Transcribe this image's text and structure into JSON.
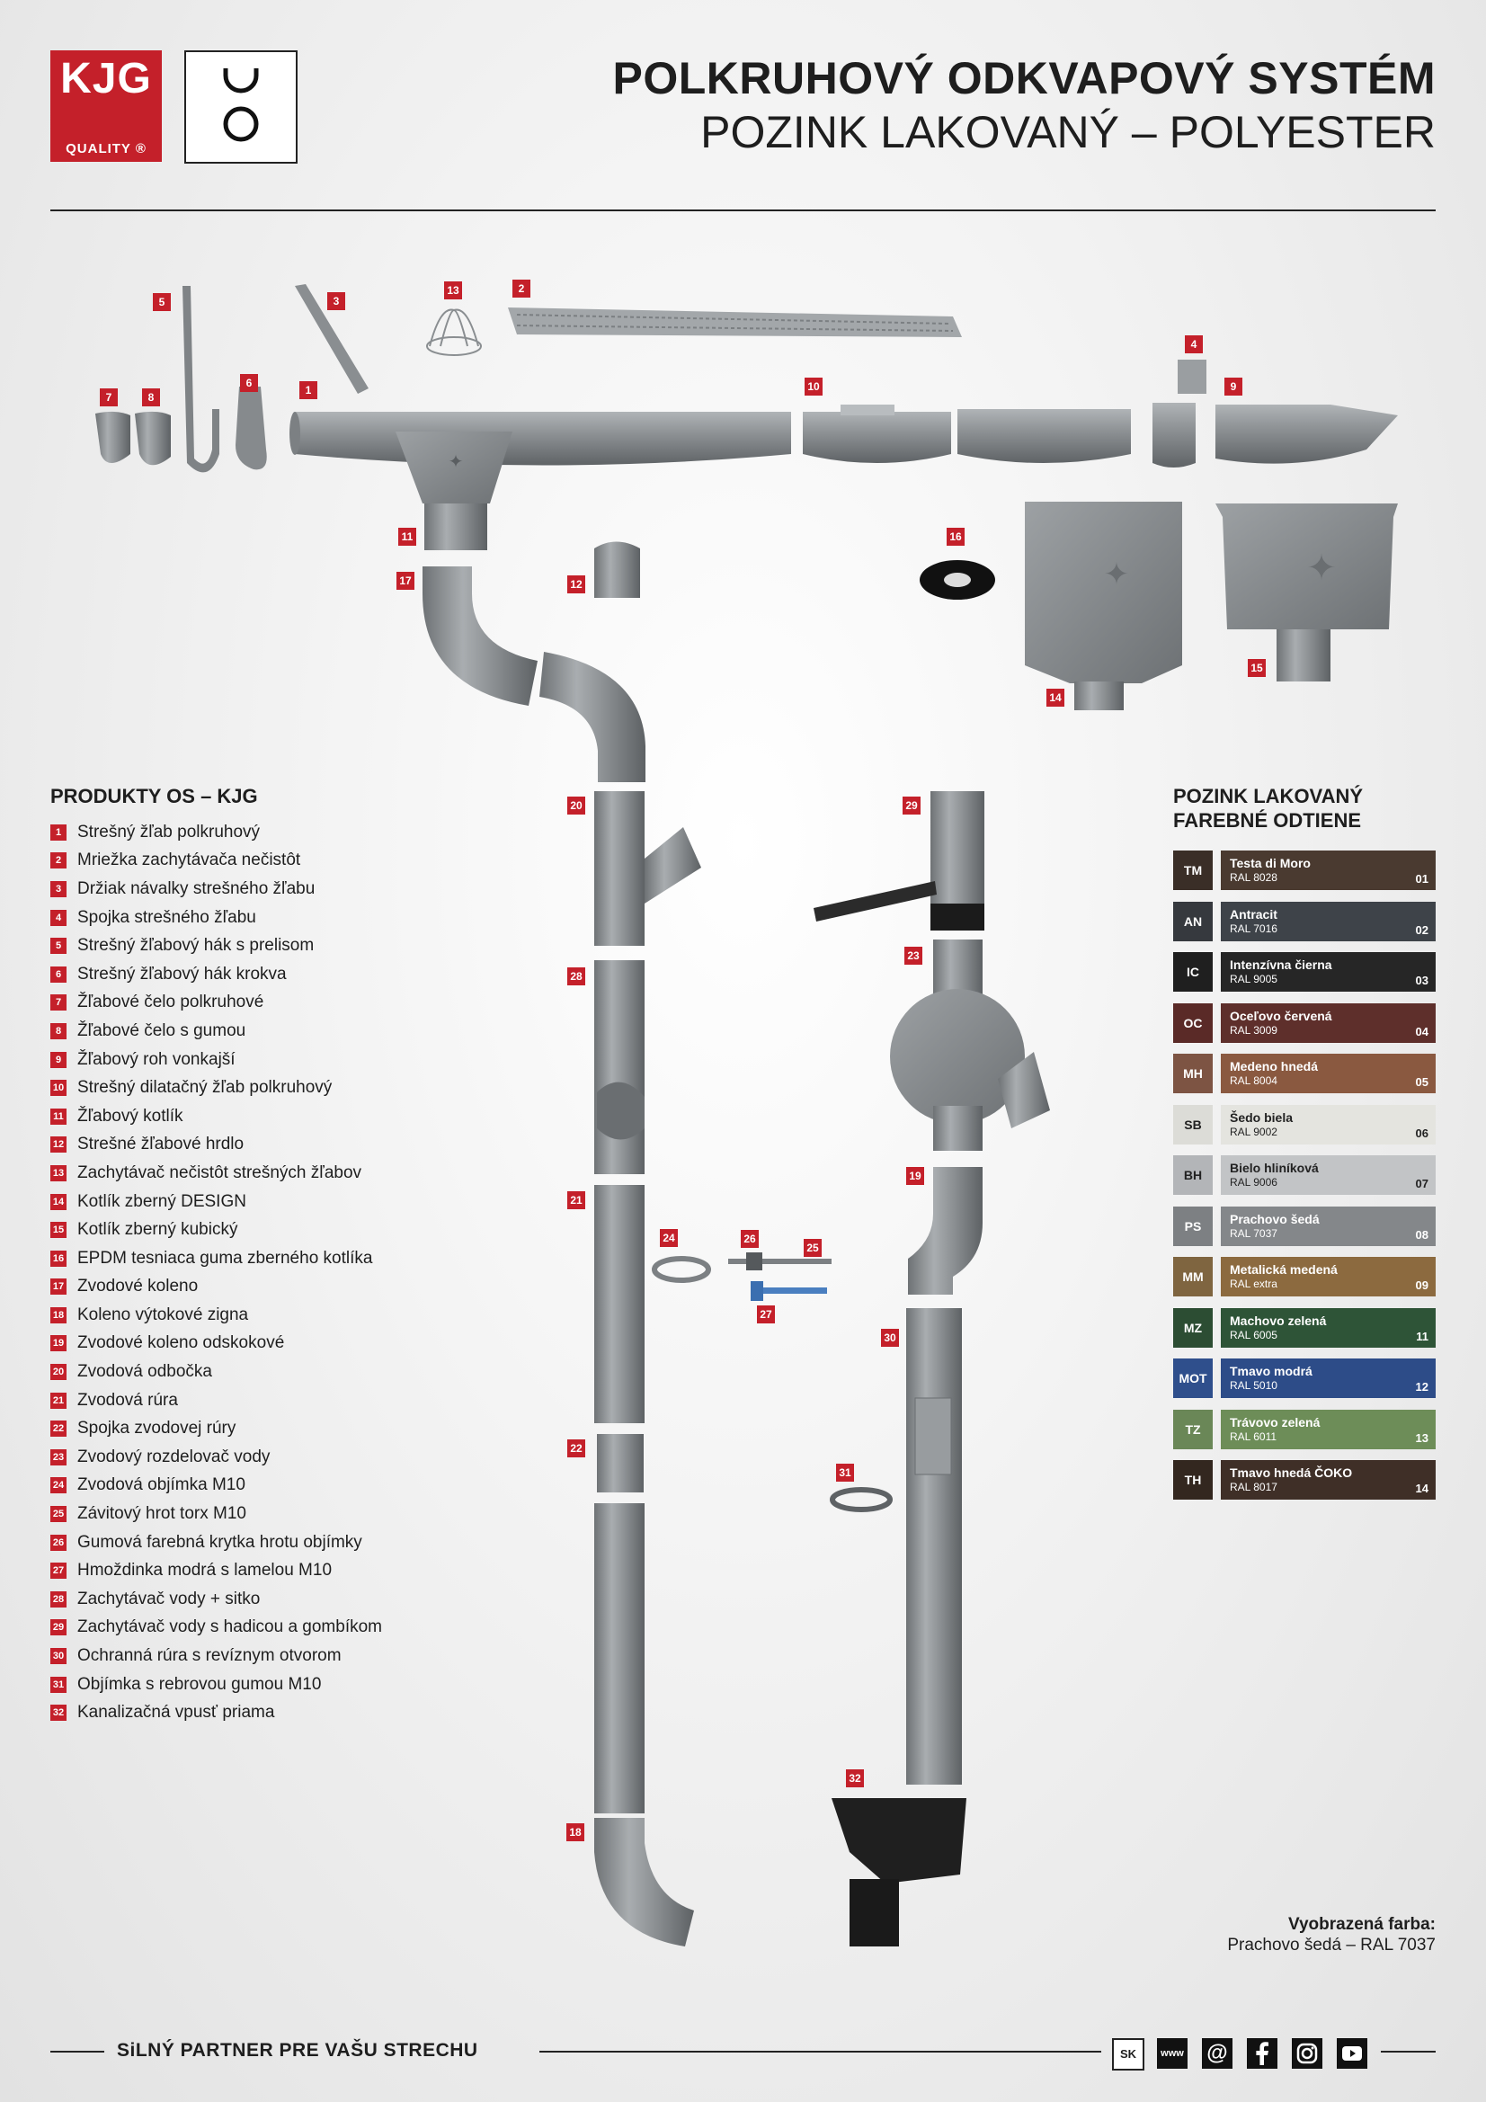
{
  "header": {
    "logo_text": "KJG",
    "logo_sub": "QUALITY ®",
    "title_line1": "POLKRUHOVÝ ODKVAPOVÝ SYSTÉM",
    "title_line2": "POZINK LAKOVANÝ – POLYESTER"
  },
  "products": {
    "title": "PRODUKTY OS – KJG",
    "items": [
      {
        "num": "1",
        "label": "Strešný žľab polkruhový"
      },
      {
        "num": "2",
        "label": "Mriežka zachytávača nečistôt"
      },
      {
        "num": "3",
        "label": "Držiak návalky strešného žľabu"
      },
      {
        "num": "4",
        "label": "Spojka strešného žľabu"
      },
      {
        "num": "5",
        "label": "Strešný žľabový hák s prelisom"
      },
      {
        "num": "6",
        "label": "Strešný žľabový hák krokva"
      },
      {
        "num": "7",
        "label": "Žľabové čelo polkruhové"
      },
      {
        "num": "8",
        "label": "Žľabové čelo s gumou"
      },
      {
        "num": "9",
        "label": "Žľabový roh vonkajší"
      },
      {
        "num": "10",
        "label": "Strešný dilatačný žľab polkruhový"
      },
      {
        "num": "11",
        "label": "Žľabový kotlík"
      },
      {
        "num": "12",
        "label": "Strešné žľabové hrdlo"
      },
      {
        "num": "13",
        "label": "Zachytávač nečistôt strešných žľabov"
      },
      {
        "num": "14",
        "label": "Kotlík zberný DESIGN"
      },
      {
        "num": "15",
        "label": "Kotlík zberný kubický"
      },
      {
        "num": "16",
        "label": "EPDM tesniaca guma zberného kotlíka"
      },
      {
        "num": "17",
        "label": "Zvodové koleno"
      },
      {
        "num": "18",
        "label": "Koleno výtokové zigna"
      },
      {
        "num": "19",
        "label": "Zvodové koleno odskokové"
      },
      {
        "num": "20",
        "label": "Zvodová odbočka"
      },
      {
        "num": "21",
        "label": "Zvodová rúra"
      },
      {
        "num": "22",
        "label": "Spojka zvodovej rúry"
      },
      {
        "num": "23",
        "label": "Zvodový rozdelovač vody"
      },
      {
        "num": "24",
        "label": "Zvodová objímka M10"
      },
      {
        "num": "25",
        "label": "Závitový hrot torx M10"
      },
      {
        "num": "26",
        "label": "Gumová farebná krytka hrotu objímky"
      },
      {
        "num": "27",
        "label": "Hmoždinka modrá s lamelou M10"
      },
      {
        "num": "28",
        "label": "Zachytávač vody + sitko"
      },
      {
        "num": "29",
        "label": "Zachytávač vody s hadicou a gombíkom"
      },
      {
        "num": "30",
        "label": "Ochranná rúra s revíznym otvorom"
      },
      {
        "num": "31",
        "label": "Objímka s rebrovou gumou M10"
      },
      {
        "num": "32",
        "label": "Kanalizačná vpusť priama"
      }
    ]
  },
  "colors": {
    "title_line1": "POZINK LAKOVANÝ",
    "title_line2": "FAREBNÉ ODTIENE",
    "items": [
      {
        "code": "TM",
        "name": "Testa di Moro",
        "ral": "RAL 8028",
        "num": "01",
        "hex": "#4a3a30",
        "code_hex": "#3a2e27",
        "light": false
      },
      {
        "code": "AN",
        "name": "Antracit",
        "ral": "RAL 7016",
        "num": "02",
        "hex": "#3e4349",
        "code_hex": "#36393e",
        "light": false
      },
      {
        "code": "IC",
        "name": "Intenzívna čierna",
        "ral": "RAL 9005",
        "num": "03",
        "hex": "#262626",
        "code_hex": "#1f1f1f",
        "light": false
      },
      {
        "code": "OC",
        "name": "Oceľovo červená",
        "ral": "RAL 3009",
        "num": "04",
        "hex": "#5e2f2b",
        "code_hex": "#5a2a27",
        "light": false
      },
      {
        "code": "MH",
        "name": "Medeno hnedá",
        "ral": "RAL 8004",
        "num": "05",
        "hex": "#8a5940",
        "code_hex": "#7d5443",
        "light": false
      },
      {
        "code": "SB",
        "name": "Šedo biela",
        "ral": "RAL 9002",
        "num": "06",
        "hex": "#e4e4df",
        "code_hex": "#dcdcd7",
        "light": true
      },
      {
        "code": "BH",
        "name": "Bielo hliníková",
        "ral": "RAL 9006",
        "num": "07",
        "hex": "#c2c4c6",
        "code_hex": "#b3b5b8",
        "light": true
      },
      {
        "code": "PS",
        "name": "Prachovo šedá",
        "ral": "RAL 7037",
        "num": "08",
        "hex": "#84878a",
        "code_hex": "#7d8083",
        "light": false
      },
      {
        "code": "MM",
        "name": "Metalická medená",
        "ral": "RAL extra",
        "num": "09",
        "hex": "#8c6a3f",
        "code_hex": "#7f6540",
        "light": false
      },
      {
        "code": "MZ",
        "name": "Machovo zelená",
        "ral": "RAL 6005",
        "num": "11",
        "hex": "#2e5437",
        "code_hex": "#2c4d33",
        "light": false
      },
      {
        "code": "MOT",
        "name": "Tmavo modrá",
        "ral": "RAL 5010",
        "num": "12",
        "hex": "#2d4c88",
        "code_hex": "#2f4f8c",
        "light": false
      },
      {
        "code": "TZ",
        "name": "Trávovo zelená",
        "ral": "RAL 6011",
        "num": "13",
        "hex": "#6d8d58",
        "code_hex": "#6a8757",
        "light": false
      },
      {
        "code": "TH",
        "name": "Tmavo hnedá ČOKO",
        "ral": "RAL 8017",
        "num": "14",
        "hex": "#3f2f27",
        "code_hex": "#33271f",
        "light": false
      }
    ]
  },
  "shown_color": {
    "label": "Vyobrazená farba:",
    "value": "Prachovo šedá – RAL 7037"
  },
  "footer": {
    "tagline": "SiLNÝ PARTNER PRE VAŠU STRECHU",
    "lang": "SK",
    "www": "www",
    "email_icon": "@",
    "social": [
      "facebook-icon",
      "instagram-icon",
      "youtube-icon"
    ]
  },
  "diagram": {
    "labels": [
      "1",
      "2",
      "3",
      "4",
      "5",
      "6",
      "7",
      "8",
      "9",
      "10",
      "11",
      "12",
      "13",
      "14",
      "15",
      "16",
      "17",
      "18",
      "19",
      "20",
      "21",
      "22",
      "23",
      "24",
      "25",
      "26",
      "27",
      "28",
      "29",
      "30",
      "31",
      "32"
    ],
    "part_color": "#8c9093"
  }
}
